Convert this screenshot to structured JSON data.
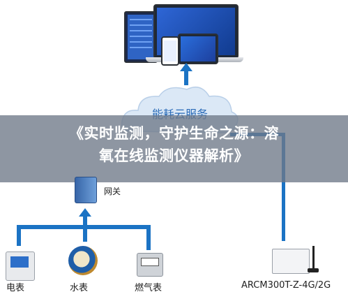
{
  "banner": {
    "line1": "《实时监测，守护生命之源：溶",
    "line2": "氧在线监测仪器解析》"
  },
  "cloud": {
    "label": "能耗云服务"
  },
  "gateway": {
    "label": "网关"
  },
  "meters": [
    {
      "label": "电表"
    },
    {
      "label": "水表"
    },
    {
      "label": "燃气表"
    },
    {
      "label": "ARCM300T-Z-4G/2G"
    }
  ],
  "colors": {
    "pipe": "#1b73c4",
    "banner": "#6e7888",
    "cloud": "#dbe8f6"
  }
}
